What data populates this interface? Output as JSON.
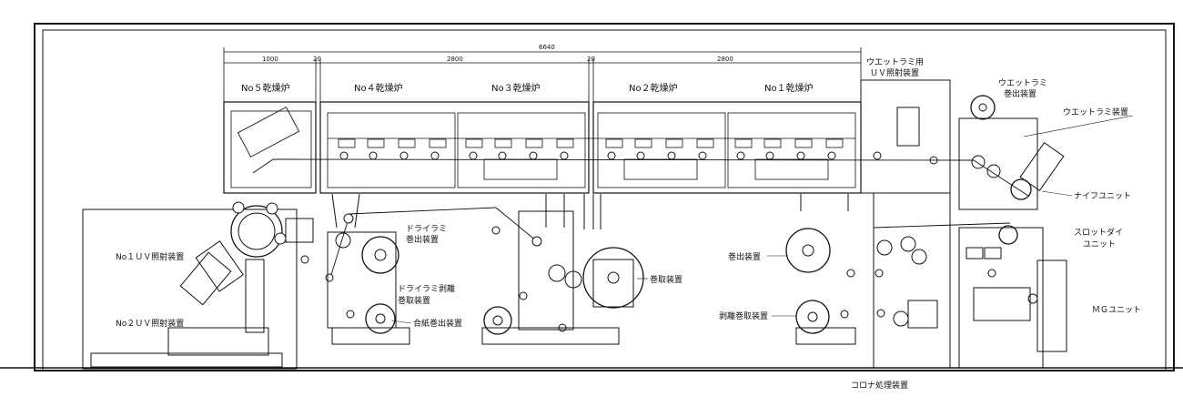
{
  "dimensions": {
    "total": "6640",
    "zone5": "1000",
    "gap1": "20",
    "zone4_3": "2800",
    "gap2": "20",
    "zone2_1": "2800"
  },
  "ovens": {
    "no5": "No５乾燥炉",
    "no4": "No４乾燥炉",
    "no3": "No３乾燥炉",
    "no2": "No２乾燥炉",
    "no1": "No１乾燥炉"
  },
  "labels": {
    "wet_uv_1": "ウエットラミ用",
    "wet_uv_2": "ＵＶ照射装置",
    "wet_unwind_1": "ウエットラミ",
    "wet_unwind_2": "巻出装置",
    "wet_lam": "ウエットラミ装置",
    "knife": "ナイフユニット",
    "slot_1": "スロットダイ",
    "slot_2": "ユニット",
    "mg": "ＭＧユニット",
    "corona": "コロナ処理装置",
    "unwind": "巻出装置",
    "peel_rewind": "剥離巻取装置",
    "rewind": "巻取装置",
    "interleaf": "合紙巻出装置",
    "dry_unwind_1": "ドライラミ",
    "dry_unwind_2": "巻出装置",
    "dry_peel_1": "ドライラミ剥離",
    "dry_peel_2": "巻取装置",
    "uv1": "No１ＵＶ照射装置",
    "uv2": "No２ＵＶ照射装置"
  }
}
